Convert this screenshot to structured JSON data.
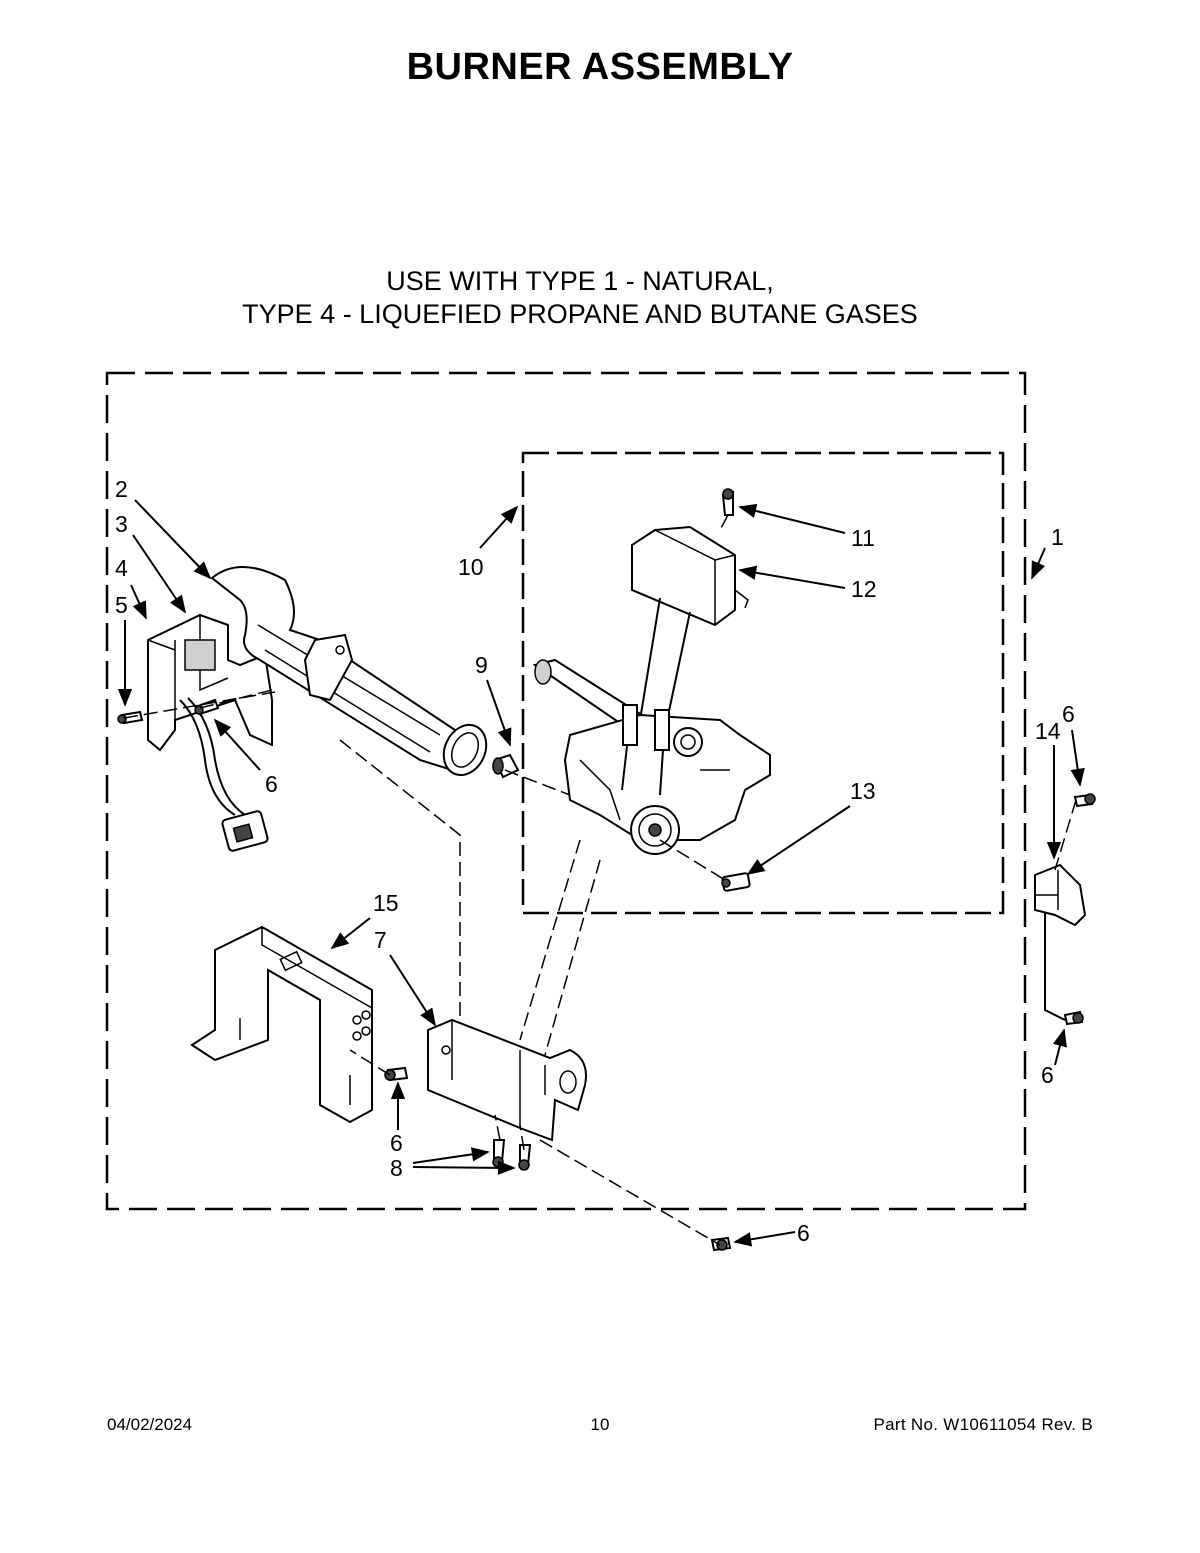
{
  "page": {
    "title": "BURNER ASSEMBLY",
    "subtitle_line1": "USE WITH TYPE 1 - NATURAL,",
    "subtitle_line2": "TYPE 4 - LIQUEFIED PROPANE AND BUTANE GASES"
  },
  "callouts": {
    "c1": "1",
    "c2": "2",
    "c3": "3",
    "c4": "4",
    "c5": "5",
    "c6a": "6",
    "c6b": "6",
    "c6c": "6",
    "c6d": "6",
    "c6e": "6",
    "c7": "7",
    "c8": "8",
    "c9": "9",
    "c10": "10",
    "c11": "11",
    "c12": "12",
    "c13": "13",
    "c14": "14",
    "c15": "15"
  },
  "footer": {
    "date": "04/02/2024",
    "page_number": "10",
    "part_number": "Part No.  W10611054  Rev.  B"
  }
}
